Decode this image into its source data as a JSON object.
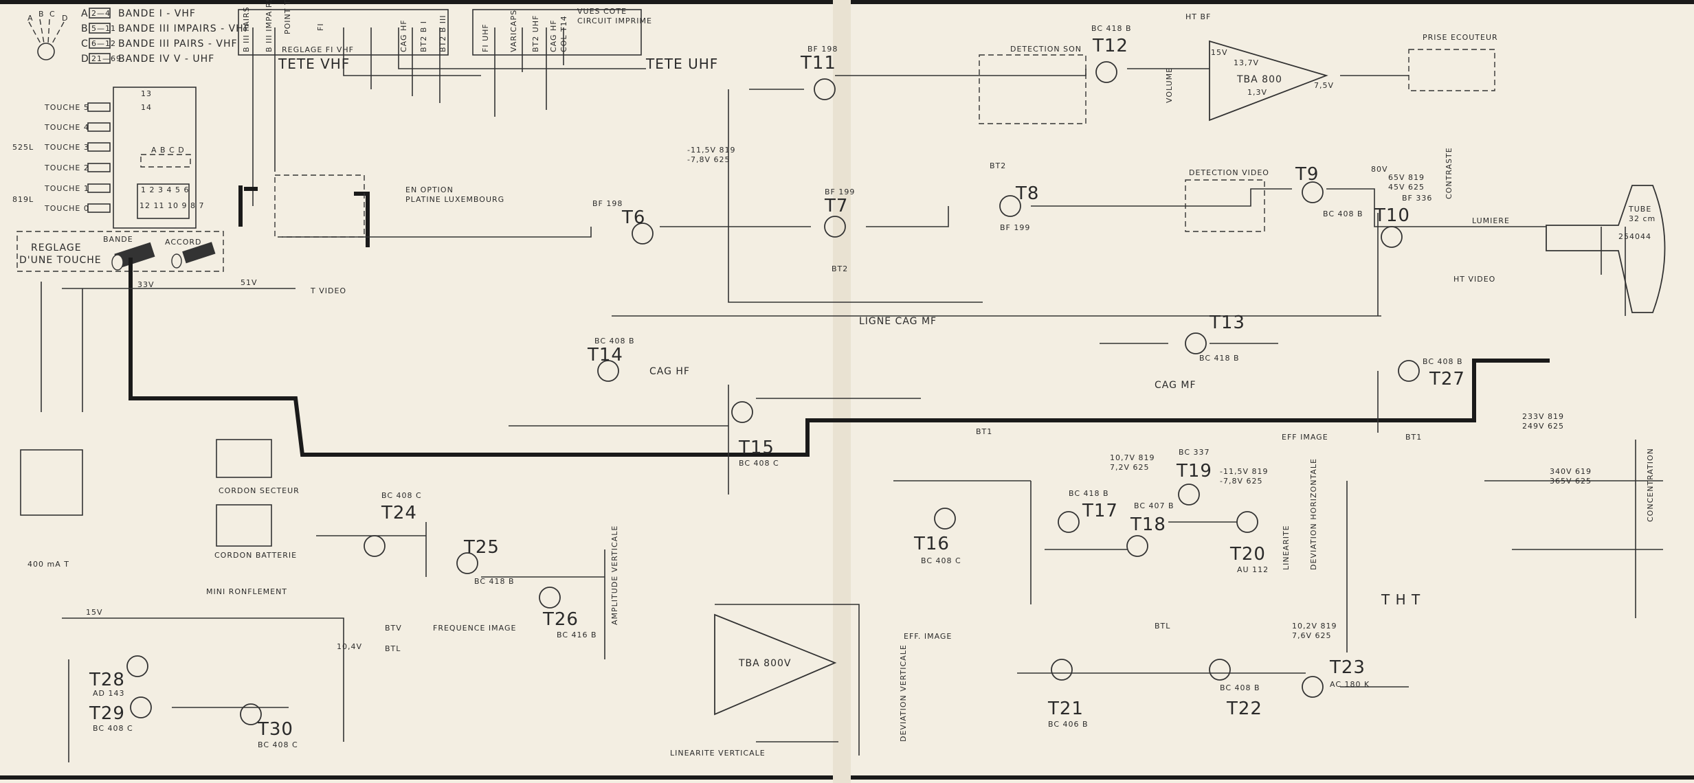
{
  "legend": {
    "switch_letters": [
      "A",
      "B",
      "C",
      "D"
    ],
    "rows": [
      {
        "letter": "A",
        "range": "2—4",
        "band": "BANDE I - VHF"
      },
      {
        "letter": "B",
        "range": "5—11",
        "band": "BANDE III IMPAIRS - VHF"
      },
      {
        "letter": "C",
        "range": "6—12",
        "band": "BANDE III PAIRS - VHF"
      },
      {
        "letter": "D",
        "range": "21—69",
        "band": "BANDE IV V - UHF"
      }
    ]
  },
  "tuner": {
    "vhf_title": "TETE VHF",
    "uhf_title": "TETE UHF",
    "view_note_1": "VUES COTE",
    "view_note_2": "CIRCUIT IMPRIME",
    "vhf_pins": [
      "B III PAIRS",
      "B III IMPAIRS",
      "POINT TEST FI",
      "FI",
      "CAG HF",
      "BT2 B I",
      "BT2 B III"
    ],
    "vhf_adjust": "REGLAGE FI VHF",
    "uhf_pins": [
      "FI UHF",
      "VARICAPS",
      "BT2 UHF",
      "CAG HF",
      "COL T14"
    ]
  },
  "keys": {
    "touches": [
      "TOUCHE 5",
      "TOUCHE 4",
      "TOUCHE 3",
      "TOUCHE 2",
      "TOUCHE 1",
      "TOUCHE 0"
    ],
    "group_525": "525L",
    "group_819": "819L",
    "switch_label": "A B C D",
    "contacts_top": "1 2 3 4 5 6",
    "contacts_bottom": "12 11 10 9 8 7",
    "pos_13": "13",
    "pos_14": "14",
    "adjust_title_1": "REGLAGE",
    "adjust_title_2": "D'UNE TOUCHE",
    "bande": "BANDE",
    "accord": "ACCORD"
  },
  "transistors": [
    {
      "id": "T6",
      "type": "BF 198"
    },
    {
      "id": "T7",
      "type": "BF 199"
    },
    {
      "id": "T8",
      "type": "BF 199"
    },
    {
      "id": "T9",
      "type": "BC 408 B"
    },
    {
      "id": "T10",
      "type": "BF 336"
    },
    {
      "id": "T11",
      "type": "BF 198"
    },
    {
      "id": "T12",
      "type": "BC 418 B"
    },
    {
      "id": "T13",
      "type": "BC 418 B"
    },
    {
      "id": "T14",
      "type": "BC 408 B"
    },
    {
      "id": "T15",
      "type": "BC 408 C"
    },
    {
      "id": "T16",
      "type": "BC 408 C"
    },
    {
      "id": "T17",
      "type": "BC 418 B"
    },
    {
      "id": "T18",
      "type": "BC 407 B"
    },
    {
      "id": "T19",
      "type": "BC 337"
    },
    {
      "id": "T20",
      "type": "AU 112"
    },
    {
      "id": "T21",
      "type": "BC 406 B"
    },
    {
      "id": "T22",
      "type": "BC 408 B"
    },
    {
      "id": "T23",
      "type": "AC 180 K"
    },
    {
      "id": "T24",
      "type": "BC 408 C"
    },
    {
      "id": "T25",
      "type": "BC 418 B"
    },
    {
      "id": "T26",
      "type": "BC 416 B"
    },
    {
      "id": "T27",
      "type": "BC 408 B"
    },
    {
      "id": "T28",
      "type": "AD 143"
    },
    {
      "id": "T29",
      "type": "BC 408 C"
    },
    {
      "id": "T30",
      "type": "BC 408 C"
    }
  ],
  "blocks": {
    "detection_son": "DETECTION SON",
    "detection_video": "DETECTION VIDEO",
    "tba800": "TBA 800",
    "tba800v": "TBA 800V",
    "ht_bf": "HT BF",
    "prise_ecouteur": "PRISE ECOUTEUR",
    "volume": "VOLUME",
    "contraste": "CONTRASTE",
    "lumiere": "LUMIERE",
    "ht_video": "HT VIDEO",
    "ligne_cag_mf": "LIGNE CAG MF",
    "cag_mf": "CAG MF",
    "cag_hf": "CAG HF",
    "eff_image": "EFF IMAGE",
    "eff_image_2": "EFF. IMAGE",
    "option_1": "EN OPTION",
    "option_2": "PLATINE LUXEMBOURG",
    "t_video": "T VIDEO",
    "frequence_image": "FREQUENCE IMAGE",
    "amplitude_verticale": "AMPLITUDE VERTICALE",
    "linearite_verticale": "LINEARITE VERTICALE",
    "deviation_verticale": "DEVIATION VERTICALE",
    "deviation_horizontale": "DEVIATION HORIZONTALE",
    "linearite": "LINEARITE",
    "tht": "T H T",
    "concentration": "CONCENTRATION",
    "mini_ronflement": "MINI RONFLEMENT",
    "cordon_secteur": "CORDON SECTEUR",
    "cordon_batterie": "CORDON BATTERIE",
    "tube_1": "TUBE",
    "tube_2": "32 cm",
    "tube_ref": "254044",
    "fuse": "400 mA T"
  },
  "voltages": {
    "uhf_supply_1": "-11,5V 819",
    "uhf_supply_2": "-7,8V 625",
    "g2_1": "233V 819",
    "g2_2": "249V 625",
    "foc_1": "340V 619",
    "foc_2": "365V 625",
    "t10_1": "80V",
    "t10_2": "65V 819",
    "t10_3": "45V 625",
    "t19_1": "10,7V 819",
    "t19_2": "7,2V 625",
    "t20_1": "-11,5V 819",
    "t20_2": "-7,8V 625",
    "t23_1": "10,2V 819",
    "t23_2": "7,6V 625",
    "v_33": "33V",
    "v_51": "51V",
    "v_15": "15V",
    "v_104": "10,4V",
    "tba_15": "15V",
    "tba_137": "13,7V",
    "tba_75": "7,5V",
    "tba_13": "1,3V"
  },
  "rails": [
    "BT1",
    "BT2",
    "BTV",
    "BTL"
  ]
}
